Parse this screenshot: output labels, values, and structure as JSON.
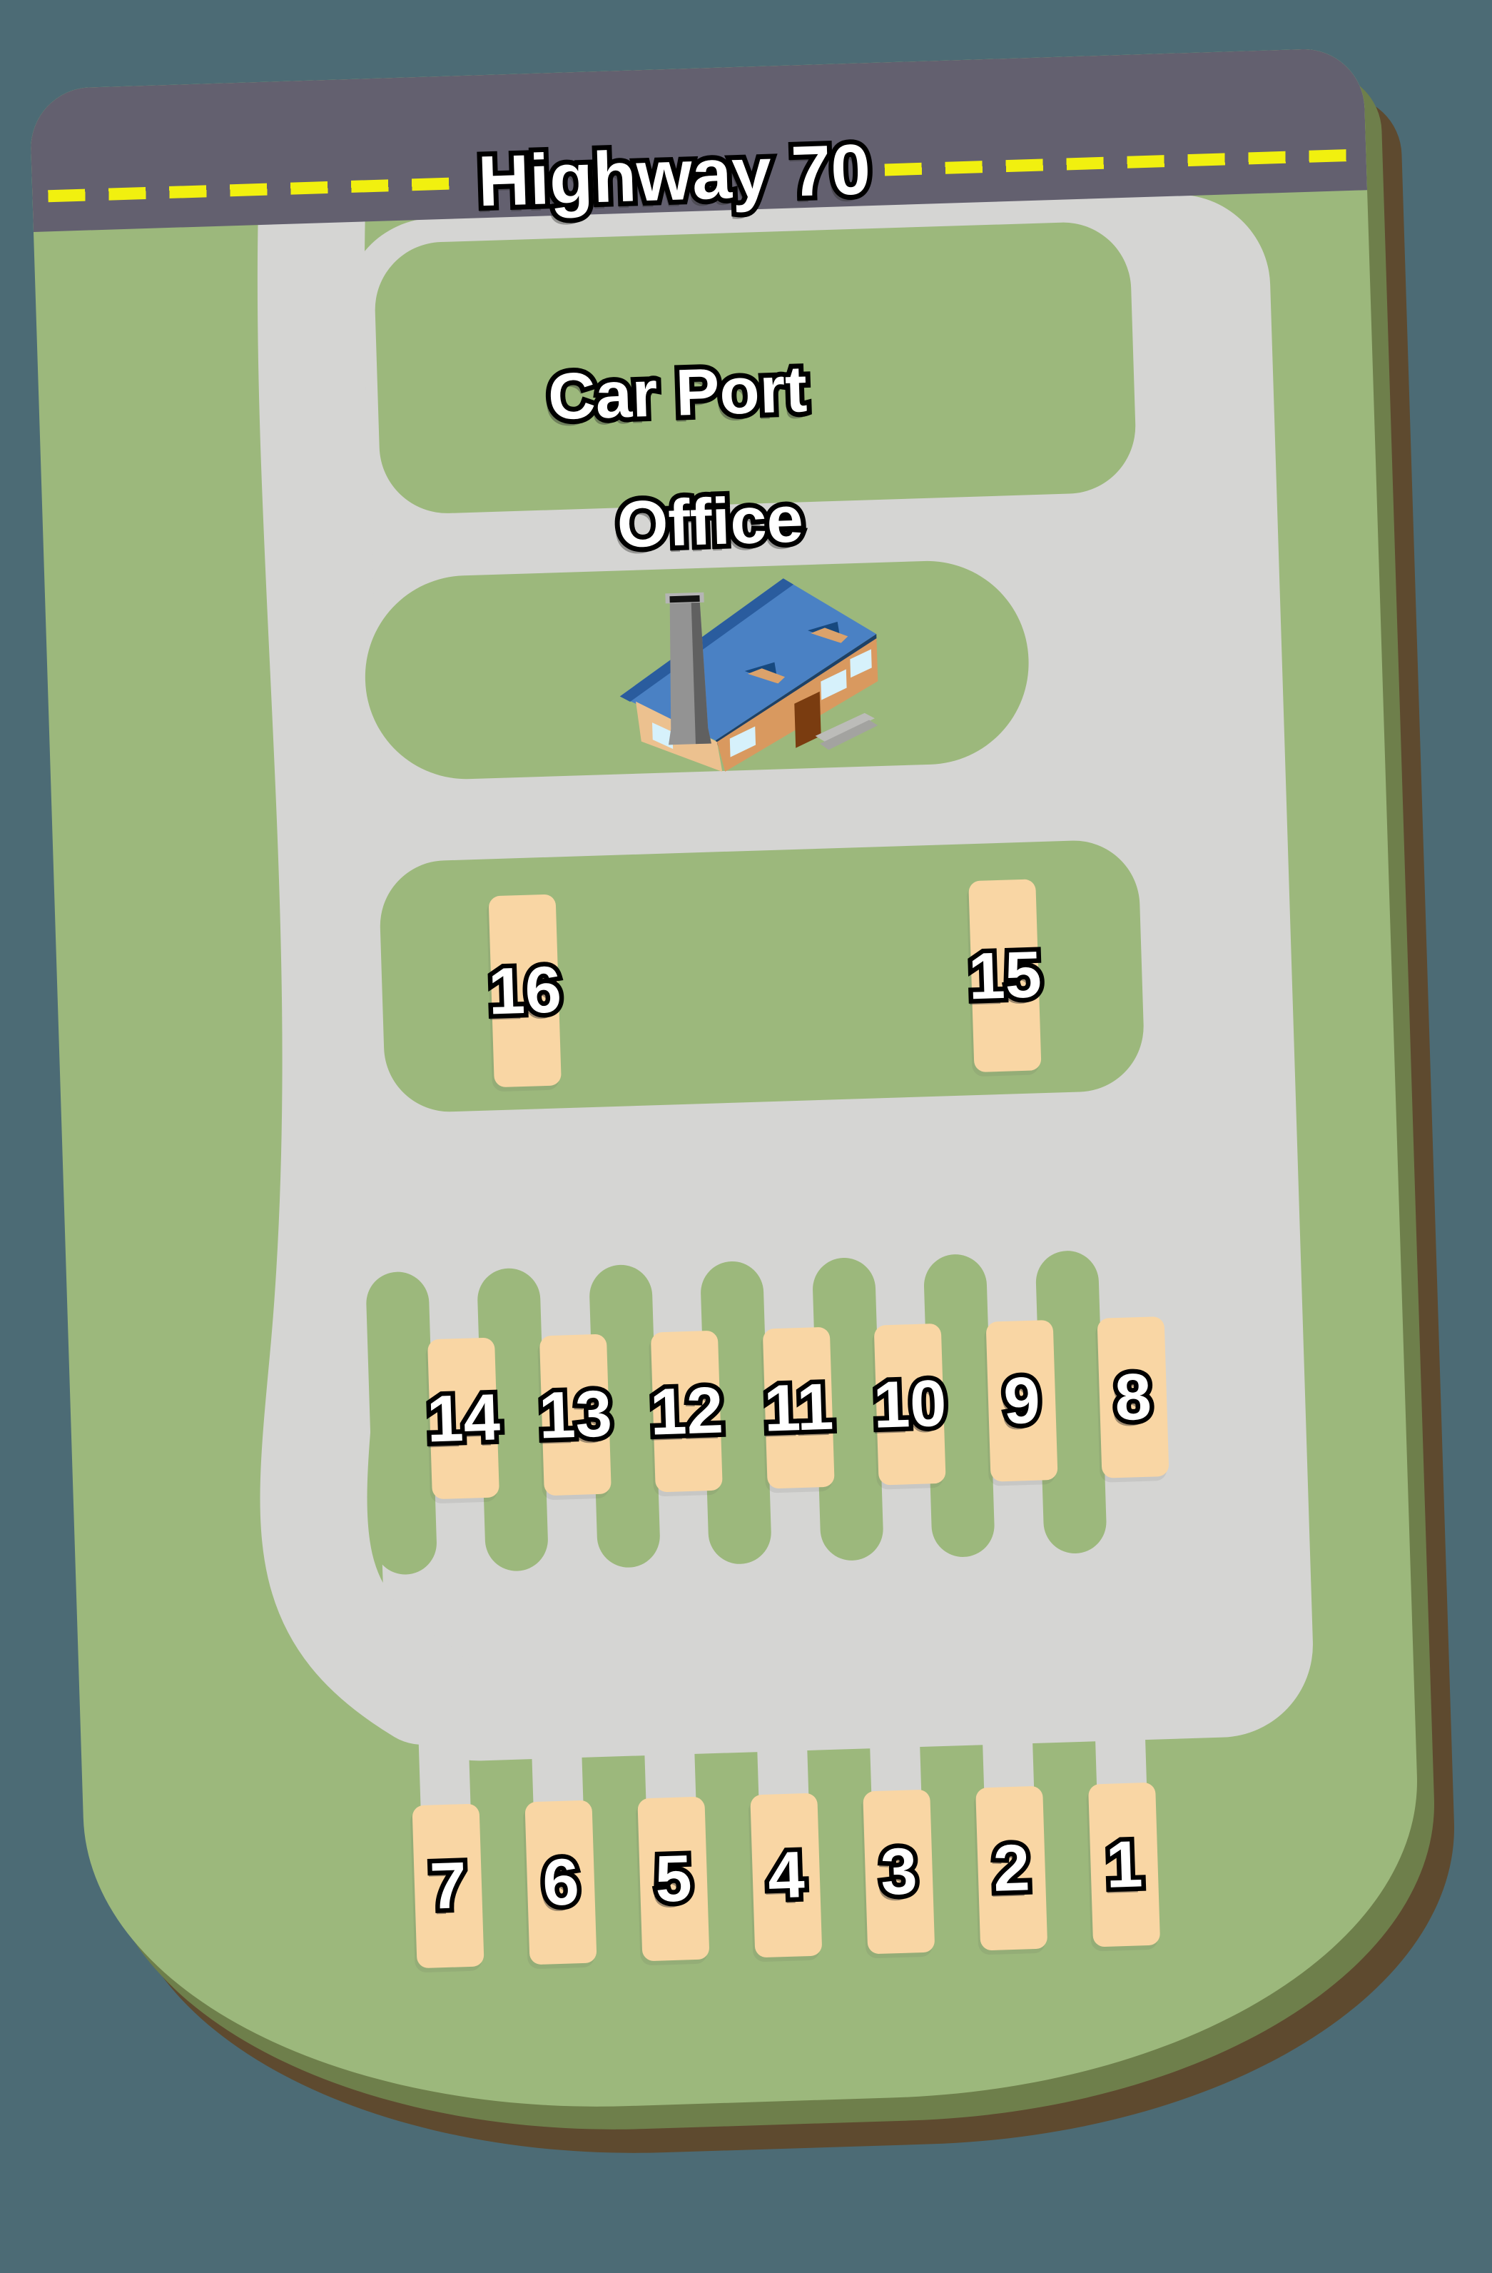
{
  "highway": {
    "label": "Highway 70"
  },
  "labels": {
    "car_port": "Car Port",
    "office": "Office"
  },
  "spots": {
    "upper_row": [
      "16",
      "15"
    ],
    "middle_row": [
      "14",
      "13",
      "12",
      "11",
      "10",
      "9",
      "8"
    ],
    "bottom_row": [
      "7",
      "6",
      "5",
      "4",
      "3",
      "2",
      "1"
    ]
  },
  "icons": {
    "office_building": "house-icon"
  },
  "colors": {
    "background_teal": "#4C6B75",
    "map_green": "#9CB87C",
    "map_rim_green": "#6E7F4B",
    "map_shadow_brown": "#5E4A2F",
    "road_gray": "#D5D5D3",
    "highway_asphalt": "#63606F",
    "highway_dash_yellow": "#F1F00F",
    "pad_tan": "#F9D6A4",
    "label_text": "#FFFFFF",
    "label_outline": "#000000",
    "house_roof_blue": "#4A81C4",
    "house_wall_tan": "#D9995F"
  }
}
